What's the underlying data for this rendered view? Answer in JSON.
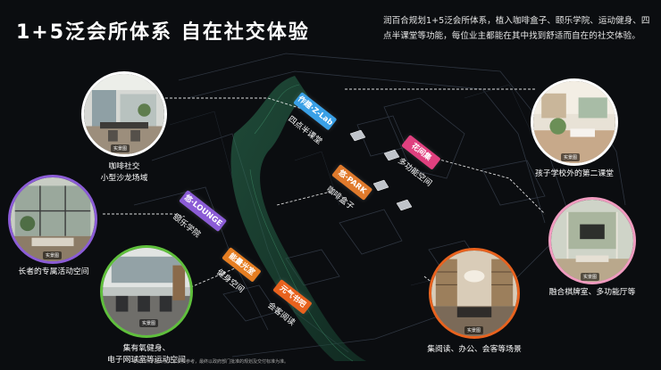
{
  "header": {
    "title": "1+5泛会所体系  自在社交体验",
    "intro": "润百合规划1+5泛会所体系，植入咖啡盒子、颐乐学院、运动健身、四点半课堂等功能，每位业主都能在其中找到舒适而自在的社交体验。"
  },
  "zones": {
    "z_lab": {
      "title": "作趣·Z-Lab",
      "subtitle": "四点半课堂",
      "color": "#3aa0e6"
    },
    "flower": {
      "title": "花间集",
      "subtitle": "多功能空间",
      "color": "#e0407f"
    },
    "park": {
      "title": "悠·PARK",
      "subtitle": "咖啡盒子",
      "color": "#e07a2c"
    },
    "lounge": {
      "title": "悠·LOUNGE",
      "subtitle": "颐乐学院",
      "color": "#8b5cd6"
    },
    "light": {
      "title": "能量光室",
      "subtitle": "健身空间",
      "color": "#e67e22"
    },
    "yuanqi": {
      "title": "元气书吧",
      "subtitle": "会客阅读",
      "color": "#e8621e"
    }
  },
  "photos": {
    "coffee": {
      "chip": "实景图",
      "caption_line1": "咖啡社交",
      "caption_line2": "小型沙龙场域"
    },
    "elder": {
      "chip": "实景图",
      "caption_line1": "长者的专属活动空间"
    },
    "gym": {
      "chip": "实景图",
      "caption_line1": "集有氧健身、",
      "caption_line2": "电子网球室等运动空间"
    },
    "kids": {
      "chip": "实景图",
      "caption_line1": "孩子学校外的第二课堂"
    },
    "chess": {
      "chip": "实景图",
      "caption_line1": "融合棋牌室、多功能厅等"
    },
    "reading": {
      "chip": "实景图",
      "caption_line1": "集阅读、办公、会客等场景"
    }
  },
  "footnote": "本资料所示图片及文字仅供参考，最终以政府部门批准的规划及交付标准为准。"
}
